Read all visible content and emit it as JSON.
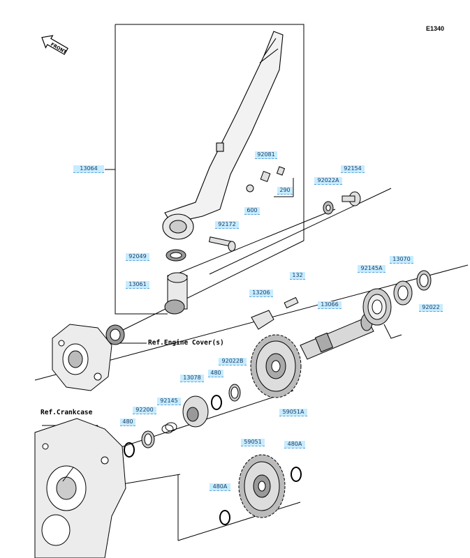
{
  "diagram": {
    "code": "E1340",
    "front_label": "FRONT",
    "refs": {
      "engine_cover": "Ref.Engine Cover(s)",
      "crankcase": "Ref.Crankcase"
    },
    "parts": [
      {
        "id": "13064"
      },
      {
        "id": "92081"
      },
      {
        "id": "290"
      },
      {
        "id": "600"
      },
      {
        "id": "92154"
      },
      {
        "id": "92022A"
      },
      {
        "id": "92172"
      },
      {
        "id": "92049"
      },
      {
        "id": "13061"
      },
      {
        "id": "132"
      },
      {
        "id": "13206"
      },
      {
        "id": "13066"
      },
      {
        "id": "92145A"
      },
      {
        "id": "13070"
      },
      {
        "id": "92022"
      },
      {
        "id": "92022B"
      },
      {
        "id": "480"
      },
      {
        "id": "13078"
      },
      {
        "id": "92145"
      },
      {
        "id": "92200"
      },
      {
        "id": "480"
      },
      {
        "id": "59051A"
      },
      {
        "id": "59051"
      },
      {
        "id": "480A"
      },
      {
        "id": "480A"
      }
    ]
  }
}
